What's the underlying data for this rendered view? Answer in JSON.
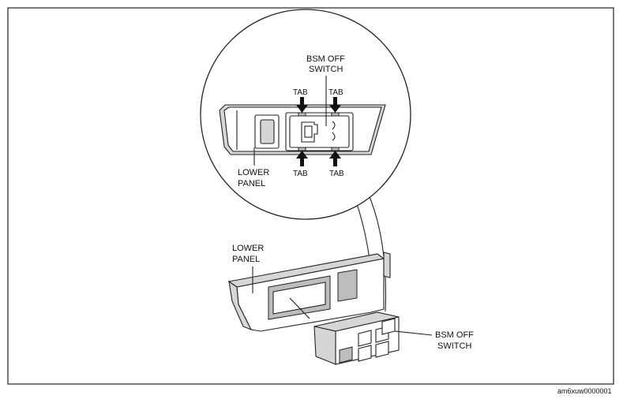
{
  "figure_code": "am6xuw0000001",
  "zoom_view": {
    "switch_label_line1": "BSM OFF",
    "switch_label_line2": "SWITCH",
    "panel_label_line1": "LOWER",
    "panel_label_line2": "PANEL",
    "tab_label": "TAB"
  },
  "main_view": {
    "panel_label_line1": "LOWER",
    "panel_label_line2": "PANEL",
    "switch_label_line1": "BSM OFF",
    "switch_label_line2": "SWITCH"
  }
}
